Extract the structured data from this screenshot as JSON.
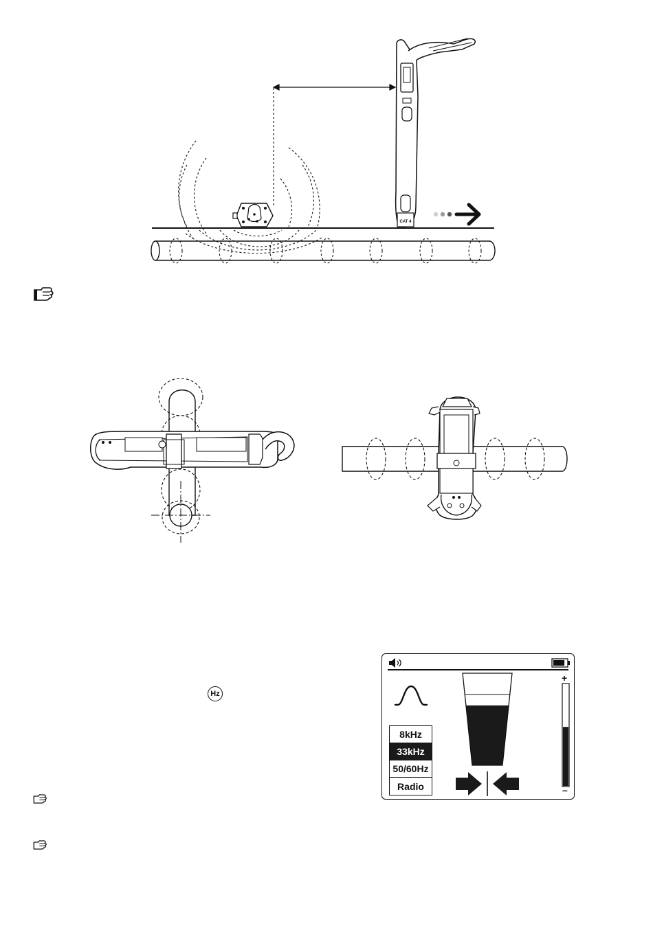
{
  "icons": {
    "note_hand": "pointing-hand-icon",
    "hz_button": "hz-button-icon",
    "speaker": "speaker-icon",
    "battery": "battery-icon",
    "peak_mode": "peak-mode-icon",
    "direction_arrows": "centering-arrows-icon"
  },
  "hz_button": {
    "label": "Hz"
  },
  "lcd": {
    "frequency_options": [
      {
        "label": "8kHz",
        "selected": false
      },
      {
        "label": "33kHz",
        "selected": true
      },
      {
        "label": "50/60Hz",
        "selected": false
      },
      {
        "label": "Radio",
        "selected": false
      }
    ],
    "scale_plus": "+",
    "scale_minus": "–",
    "signal_level": 0.65,
    "bar_level": 0.58,
    "battery_level": 0.85
  },
  "figures": {
    "locator_label": "CAT 4"
  }
}
